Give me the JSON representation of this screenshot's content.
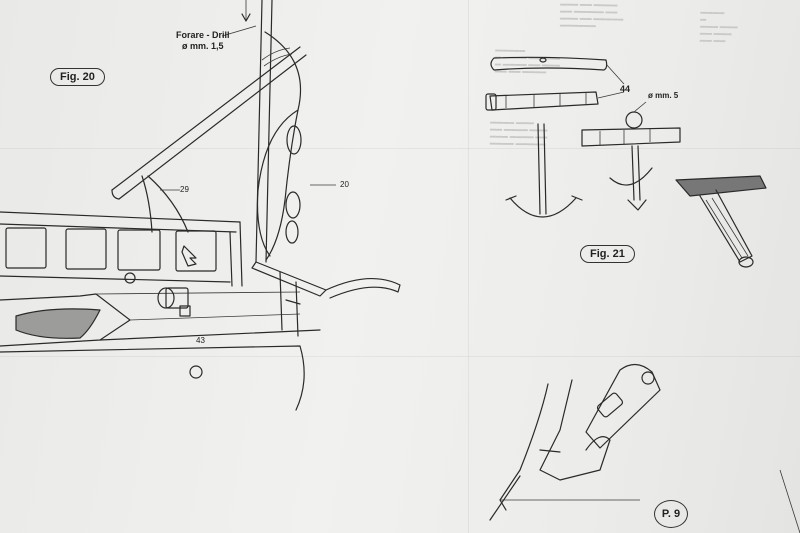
{
  "figure_20": {
    "label": "Fig. 20",
    "drill_note": {
      "line1": "Forare - Drill",
      "line2": "ø mm. 1,5"
    },
    "callouts": [
      "29",
      "20",
      "43"
    ]
  },
  "figure_21": {
    "label": "Fig. 21",
    "callouts": [
      "44"
    ],
    "ring_note": "ø mm. 5"
  },
  "page_label": "P. 9"
}
